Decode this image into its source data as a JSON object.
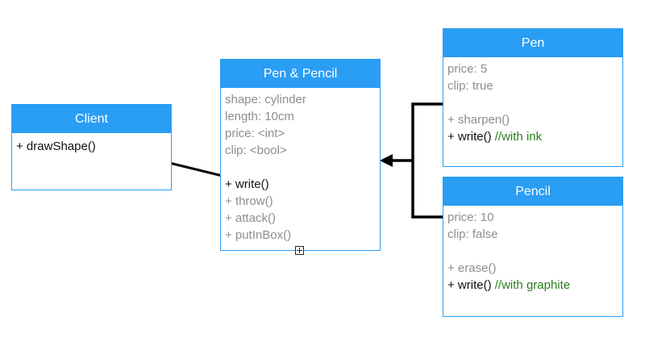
{
  "client": {
    "title": "Client",
    "methods": [
      "+ drawShape()"
    ]
  },
  "pen_pencil": {
    "title": "Pen & Pencil",
    "attributes": [
      "shape: cylinder",
      "length: 10cm",
      "price: <int>",
      "clip: <bool>"
    ],
    "method_highlight": "+ write()",
    "methods": [
      "+ throw()",
      "+ attack()",
      "+ putInBox()"
    ]
  },
  "pen": {
    "title": "Pen",
    "attributes": [
      "price: 5",
      "clip: true"
    ],
    "method": "+ sharpen()",
    "write_label": "+ write()",
    "write_comment": " //with ink"
  },
  "pencil": {
    "title": "Pencil",
    "attributes": [
      "price: 10",
      "clip: false"
    ],
    "method": "+ erase()",
    "write_label": "+ write()",
    "write_comment": " //with graphite"
  },
  "colors": {
    "header": "#2a9df4",
    "muted_text": "#8e8e8e",
    "comment_text": "#2a7d1e",
    "connector": "#000000"
  },
  "icons": [
    "expand-icon"
  ]
}
